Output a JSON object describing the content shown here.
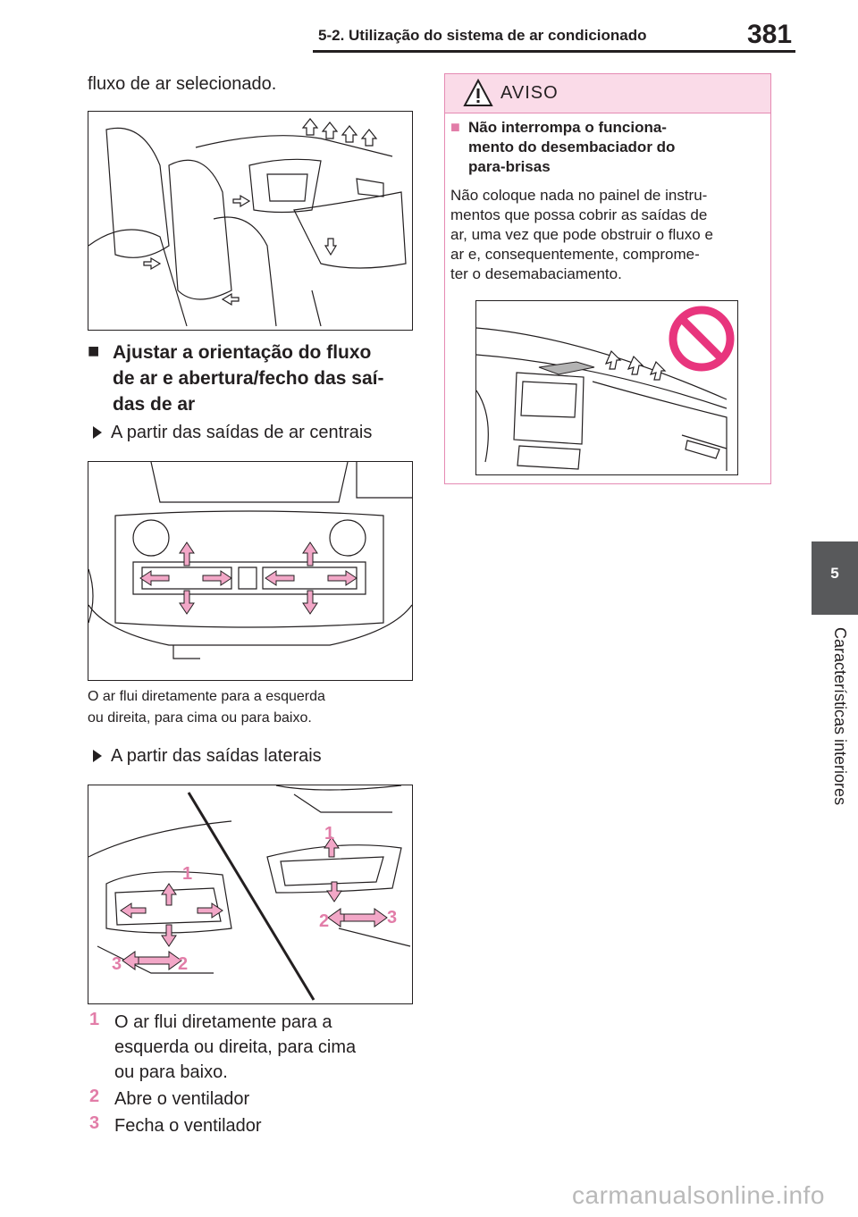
{
  "header": {
    "section_title": "5-2. Utilização do sistema de ar condicionado",
    "page_number": "381"
  },
  "side_tab": {
    "chapter_number": "5",
    "chapter_label": "Características interiores"
  },
  "intro_text": "fluxo de ar selecionado.",
  "heading": {
    "bullet": "■",
    "lines": [
      "Ajustar a orientação do fluxo",
      "de ar e abertura/fecho das saí-",
      "das de ar"
    ]
  },
  "subsection_central": "A partir das saídas de ar centrais",
  "caption_central": [
    "O ar flui diretamente para a esquerda",
    "ou direita, para cima ou para baixo."
  ],
  "subsection_side": "A partir das saídas laterais",
  "side_figure_callouts": {
    "one": "1",
    "two": "2",
    "three": "3"
  },
  "legend": [
    {
      "num": "1",
      "lines": [
        "O ar flui diretamente para a",
        "esquerda ou direita, para cima",
        "ou para baixo."
      ]
    },
    {
      "num": "2",
      "lines": [
        "Abre o ventilador"
      ]
    },
    {
      "num": "3",
      "lines": [
        "Fecha o ventilador"
      ]
    }
  ],
  "warning": {
    "title": "AVISO",
    "bullet": "■",
    "subtitle_lines": [
      "Não interrompa o funciona-",
      "mento do desembaciador do",
      "para-brisas"
    ],
    "body_lines": [
      "Não coloque nada no painel de instru-",
      "mentos que possa cobrir as saídas de",
      "ar, uma vez que pode obstruir o fluxo e",
      "ar e, consequentemente, comprome-",
      "ter o desemabaciamento."
    ]
  },
  "watermark": "carmanualsonline.info",
  "colors": {
    "accent_pink": "#e27da8",
    "warning_header_bg": "#fadbe8",
    "tab_gray": "#58595b",
    "text": "#231f20"
  }
}
